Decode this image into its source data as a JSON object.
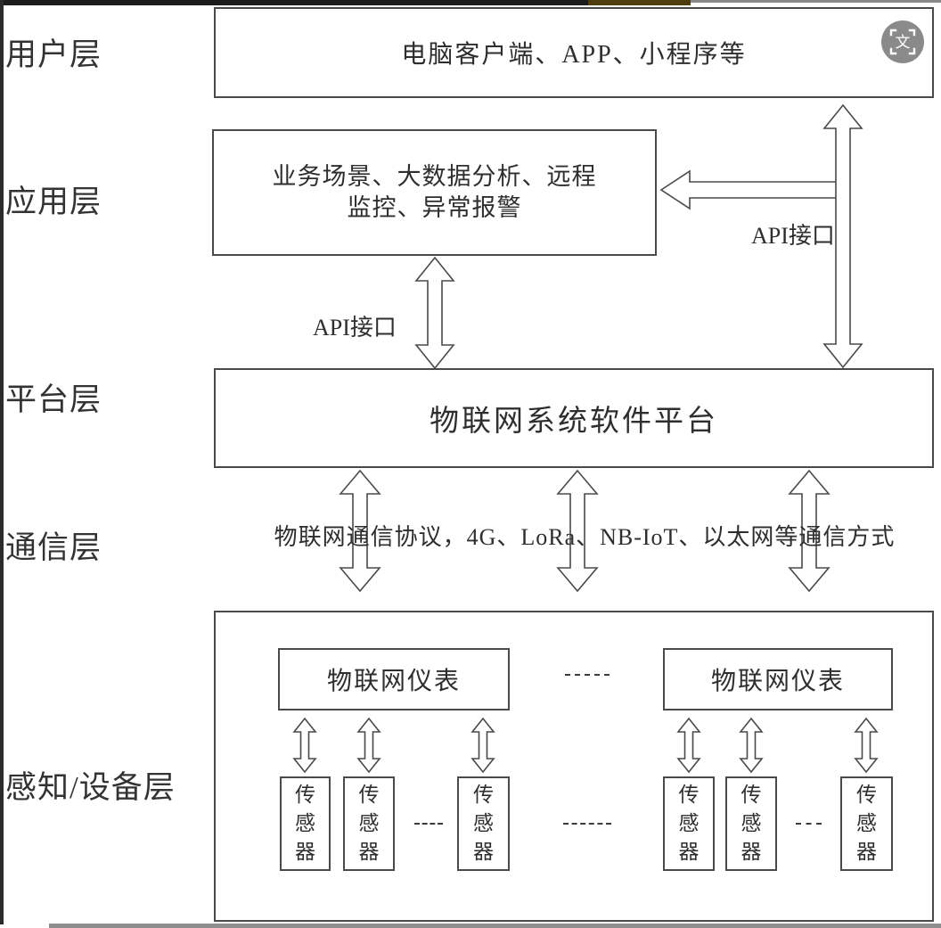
{
  "layers": [
    {
      "label": "用户层"
    },
    {
      "label": "应用层"
    },
    {
      "label": "平台层"
    },
    {
      "label": "通信层"
    },
    {
      "label": "感知/设备层"
    }
  ],
  "user_layer": {
    "box_text": "电脑客户端、APP、小程序等"
  },
  "application_layer": {
    "box_text_line1": "业务场景、大数据分析、远程",
    "box_text_line2": "监控、异常报警",
    "api_label": "API接口"
  },
  "platform_layer": {
    "box_text": "物联网系统软件平台",
    "api_label": "API接口"
  },
  "communication_layer": {
    "text": "物联网通信协议，4G、LoRa、NB-IoT、以太网等通信方式"
  },
  "device_layer": {
    "groups": [
      {
        "meter": "物联网仪表",
        "sensors": [
          "传感器",
          "传感器",
          "传感器"
        ]
      },
      {
        "meter": "物联网仪表",
        "sensors": [
          "传感器",
          "传感器",
          "传感器"
        ]
      }
    ]
  },
  "icons": {
    "translate_glyph": "文"
  },
  "colors": {
    "line": "#4a4a4a",
    "text": "#2e2e2e",
    "icon_bg": "#8a8a8a"
  }
}
